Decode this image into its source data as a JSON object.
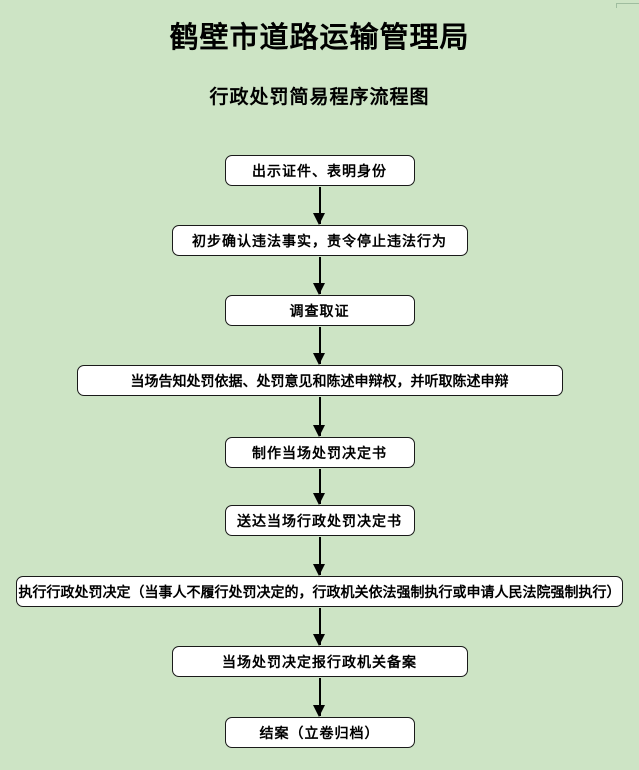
{
  "page": {
    "title": "鹤壁市道路运输管理局",
    "subtitle": "行政处罚简易程序流程图"
  },
  "flowchart": {
    "steps": [
      {
        "label": "出示证件、表明身份"
      },
      {
        "label": "初步确认违法事实，责令停止违法行为"
      },
      {
        "label": "调查取证"
      },
      {
        "label": "当场告知处罚依据、处罚意见和陈述申辩权，并听取陈述申辩"
      },
      {
        "label": "制作当场处罚决定书"
      },
      {
        "label": "送达当场行政处罚决定书"
      },
      {
        "label": "执行行政处罚决定（当事人不履行处罚决定的，行政机关依法强制执行或申请人民法院强制执行）"
      },
      {
        "label": "当场处罚决定报行政机关备案"
      },
      {
        "label": "结案（立卷归档）"
      }
    ],
    "colors": {
      "background": "#cde4c5",
      "box_fill": "#ffffff",
      "box_border": "#1a1a1a",
      "arrow": "#000000",
      "text": "#000000"
    }
  }
}
